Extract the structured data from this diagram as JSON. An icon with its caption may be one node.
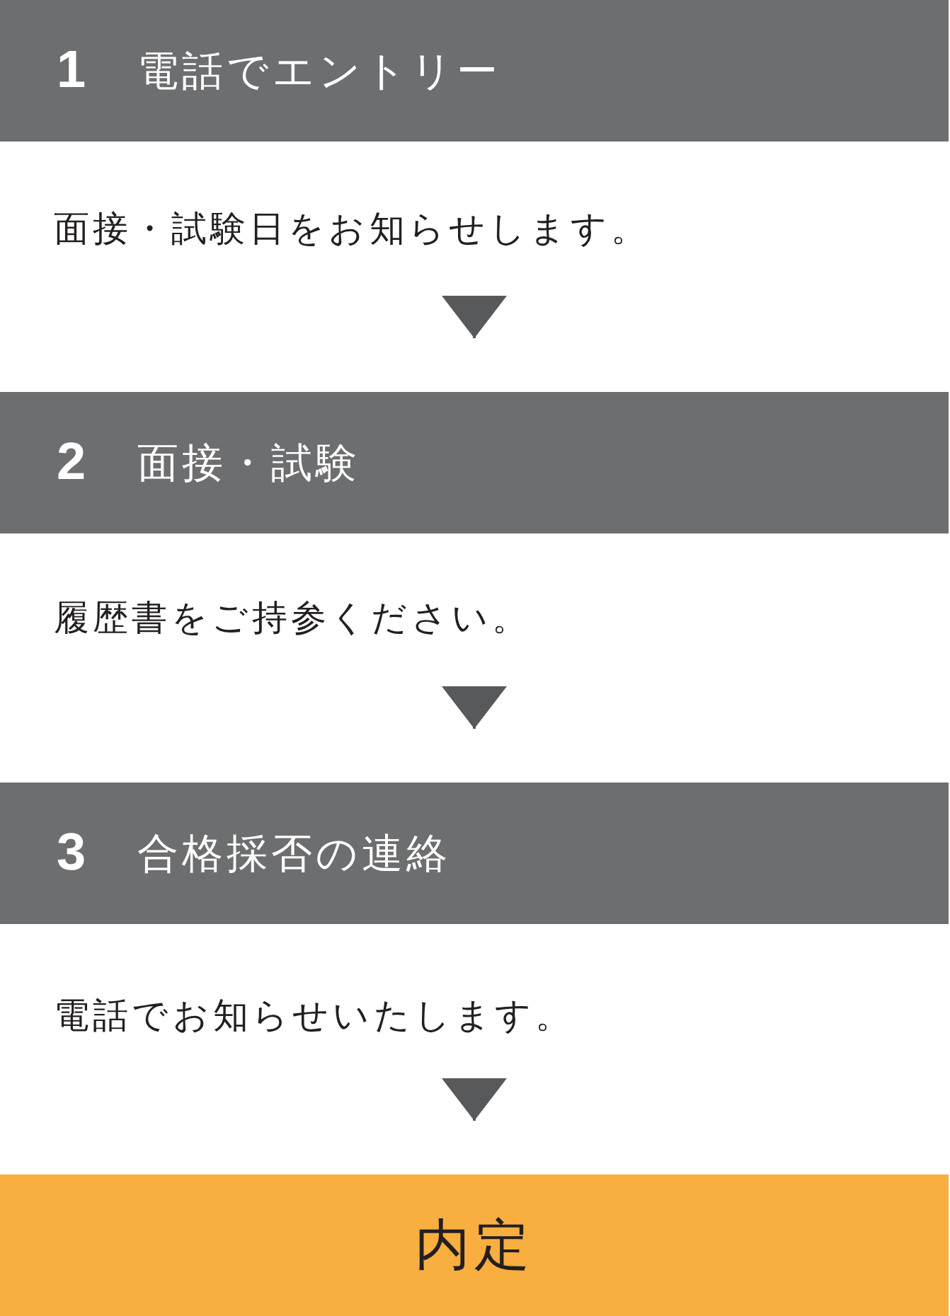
{
  "diagram": {
    "nodes": [
      {
        "text": [
          "1",
          "電話でエントリー"
        ]
      },
      {
        "text": [
          "面接・試験日をお知らせします。"
        ]
      },
      {
        "text": [
          "2",
          "面接・試験"
        ]
      },
      {
        "text": [
          "履歴書をご持参ください。"
        ]
      },
      {
        "text": [
          "3",
          "合格採否の連絡"
        ]
      },
      {
        "text": [
          "電話でお知らせいたします。"
        ]
      },
      {
        "text": [
          "内定"
        ]
      }
    ],
    "edges": [
      {
        "from": 1,
        "to": 2,
        "arrow": "to"
      },
      {
        "from": 3,
        "to": 4,
        "arrow": "to"
      },
      {
        "from": 5,
        "to": 6,
        "arrow": "to"
      }
    ]
  }
}
